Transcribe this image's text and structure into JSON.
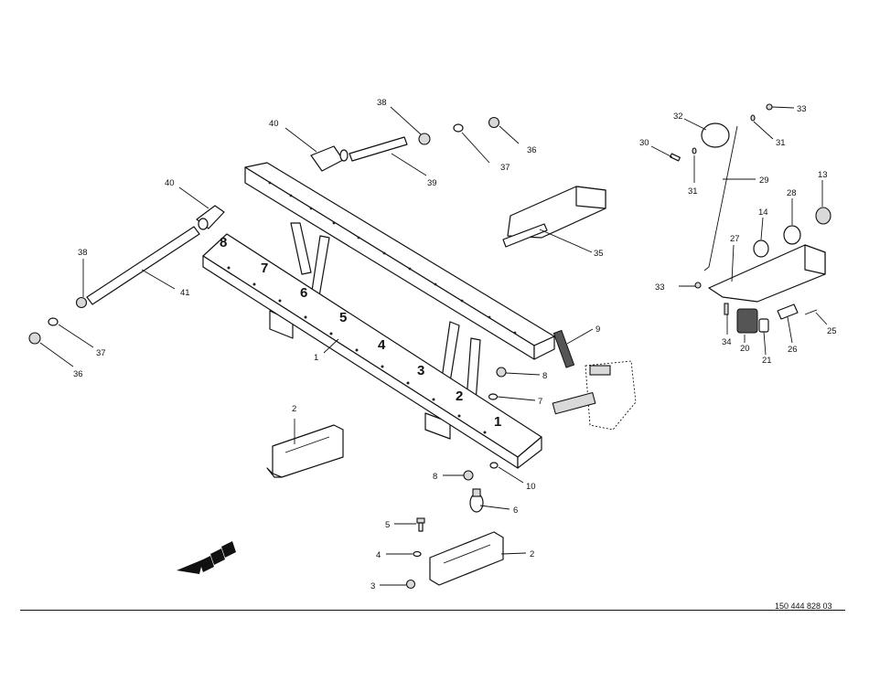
{
  "reference_number": "150 444 828 03",
  "callouts": [
    {
      "id": "c-1",
      "label": "1"
    },
    {
      "id": "c-2a",
      "label": "2"
    },
    {
      "id": "c-2b",
      "label": "2"
    },
    {
      "id": "c-3",
      "label": "3"
    },
    {
      "id": "c-4",
      "label": "4"
    },
    {
      "id": "c-5",
      "label": "5"
    },
    {
      "id": "c-6",
      "label": "6"
    },
    {
      "id": "c-7",
      "label": "7"
    },
    {
      "id": "c-8a",
      "label": "8"
    },
    {
      "id": "c-8b",
      "label": "8"
    },
    {
      "id": "c-9",
      "label": "9"
    },
    {
      "id": "c-10",
      "label": "10"
    },
    {
      "id": "c-13",
      "label": "13"
    },
    {
      "id": "c-14",
      "label": "14"
    },
    {
      "id": "c-20",
      "label": "20"
    },
    {
      "id": "c-21",
      "label": "21"
    },
    {
      "id": "c-25",
      "label": "25"
    },
    {
      "id": "c-26",
      "label": "26"
    },
    {
      "id": "c-27",
      "label": "27"
    },
    {
      "id": "c-28",
      "label": "28"
    },
    {
      "id": "c-29",
      "label": "29"
    },
    {
      "id": "c-30",
      "label": "30"
    },
    {
      "id": "c-31a",
      "label": "31"
    },
    {
      "id": "c-31b",
      "label": "31"
    },
    {
      "id": "c-32",
      "label": "32"
    },
    {
      "id": "c-33a",
      "label": "33"
    },
    {
      "id": "c-33b",
      "label": "33"
    },
    {
      "id": "c-34",
      "label": "34"
    },
    {
      "id": "c-35",
      "label": "35"
    },
    {
      "id": "c-36a",
      "label": "36"
    },
    {
      "id": "c-36b",
      "label": "36"
    },
    {
      "id": "c-37a",
      "label": "37"
    },
    {
      "id": "c-37b",
      "label": "37"
    },
    {
      "id": "c-38a",
      "label": "38"
    },
    {
      "id": "c-38b",
      "label": "38"
    },
    {
      "id": "c-39",
      "label": "39"
    },
    {
      "id": "c-40a",
      "label": "40"
    },
    {
      "id": "c-40b",
      "label": "40"
    },
    {
      "id": "c-41",
      "label": "41"
    }
  ],
  "slot_numbers": [
    "8",
    "7",
    "6",
    "5",
    "4",
    "3",
    "2",
    "1"
  ],
  "colors": {
    "line": "#111111",
    "background": "#ffffff",
    "shade": "#d9d9d9"
  }
}
